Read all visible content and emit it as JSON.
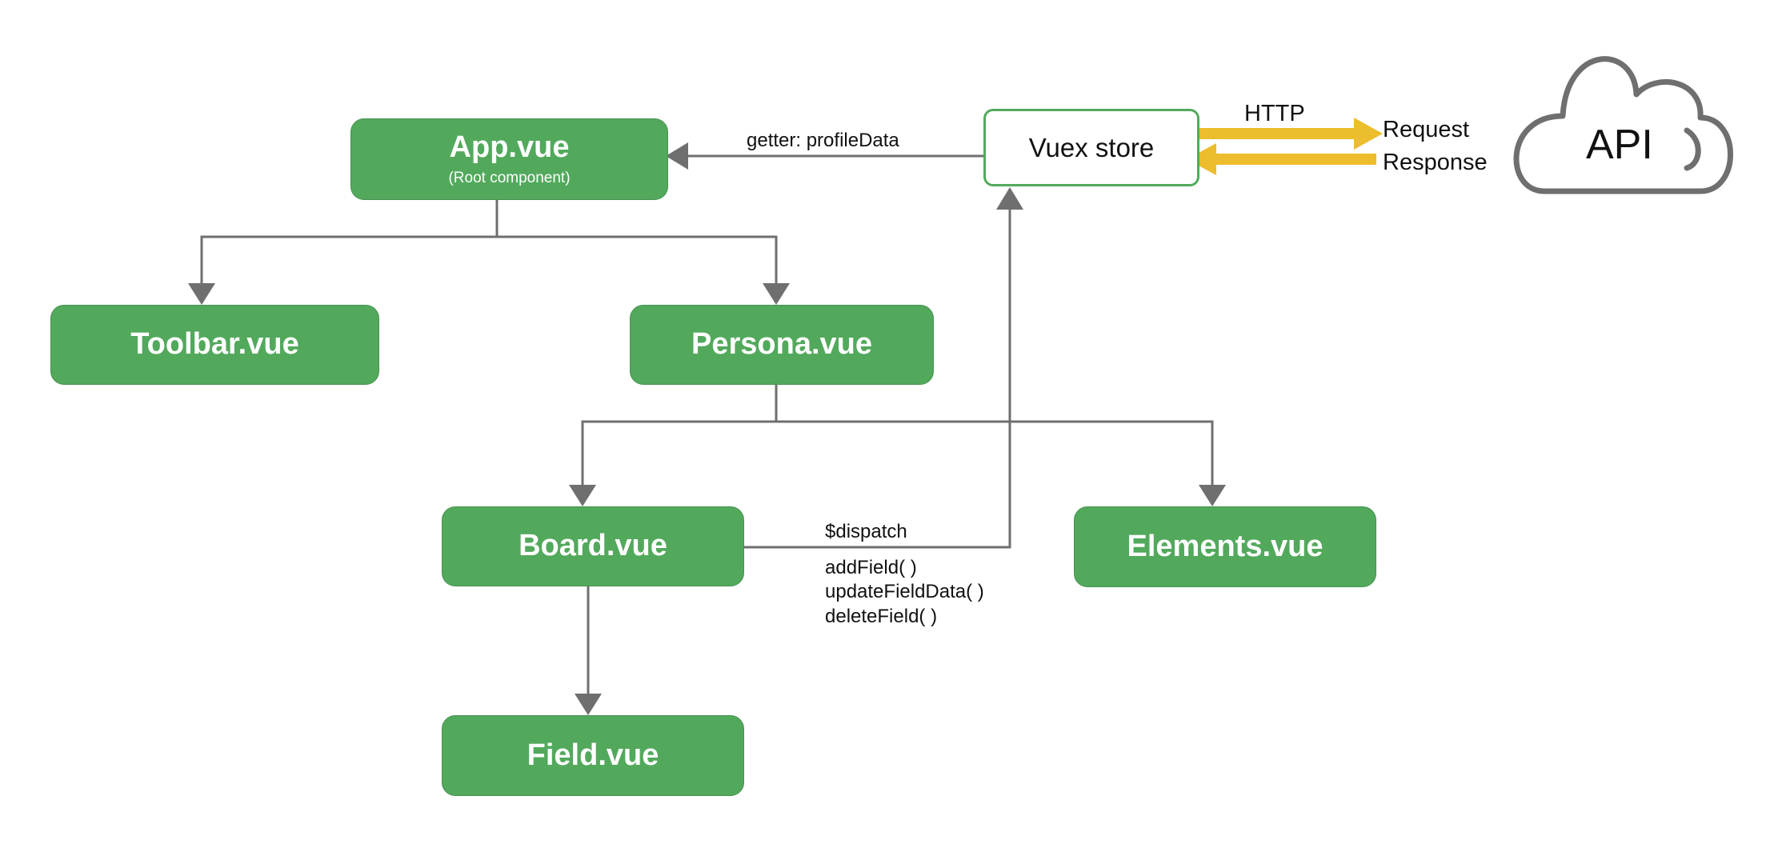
{
  "components": {
    "app": {
      "title": "App.vue",
      "subtitle": "(Root component)"
    },
    "toolbar": {
      "title": "Toolbar.vue"
    },
    "persona": {
      "title": "Persona.vue"
    },
    "board": {
      "title": "Board.vue"
    },
    "elements": {
      "title": "Elements.vue"
    },
    "field": {
      "title": "Field.vue"
    }
  },
  "store": {
    "label": "Vuex store"
  },
  "api": {
    "label": "API"
  },
  "edges": {
    "getter": "getter: profileData",
    "dispatch": "$dispatch",
    "actions": [
      "addField( )",
      "updateFieldData( )",
      "deleteField( )"
    ],
    "http": "HTTP",
    "request": "Request",
    "response": "Response"
  },
  "colors": {
    "component_fill": "#52a95c",
    "store_border": "#52a95c",
    "connector": "#6f6f6f",
    "http_arrow": "#ecbd2c",
    "cloud": "#6f6f6f"
  }
}
